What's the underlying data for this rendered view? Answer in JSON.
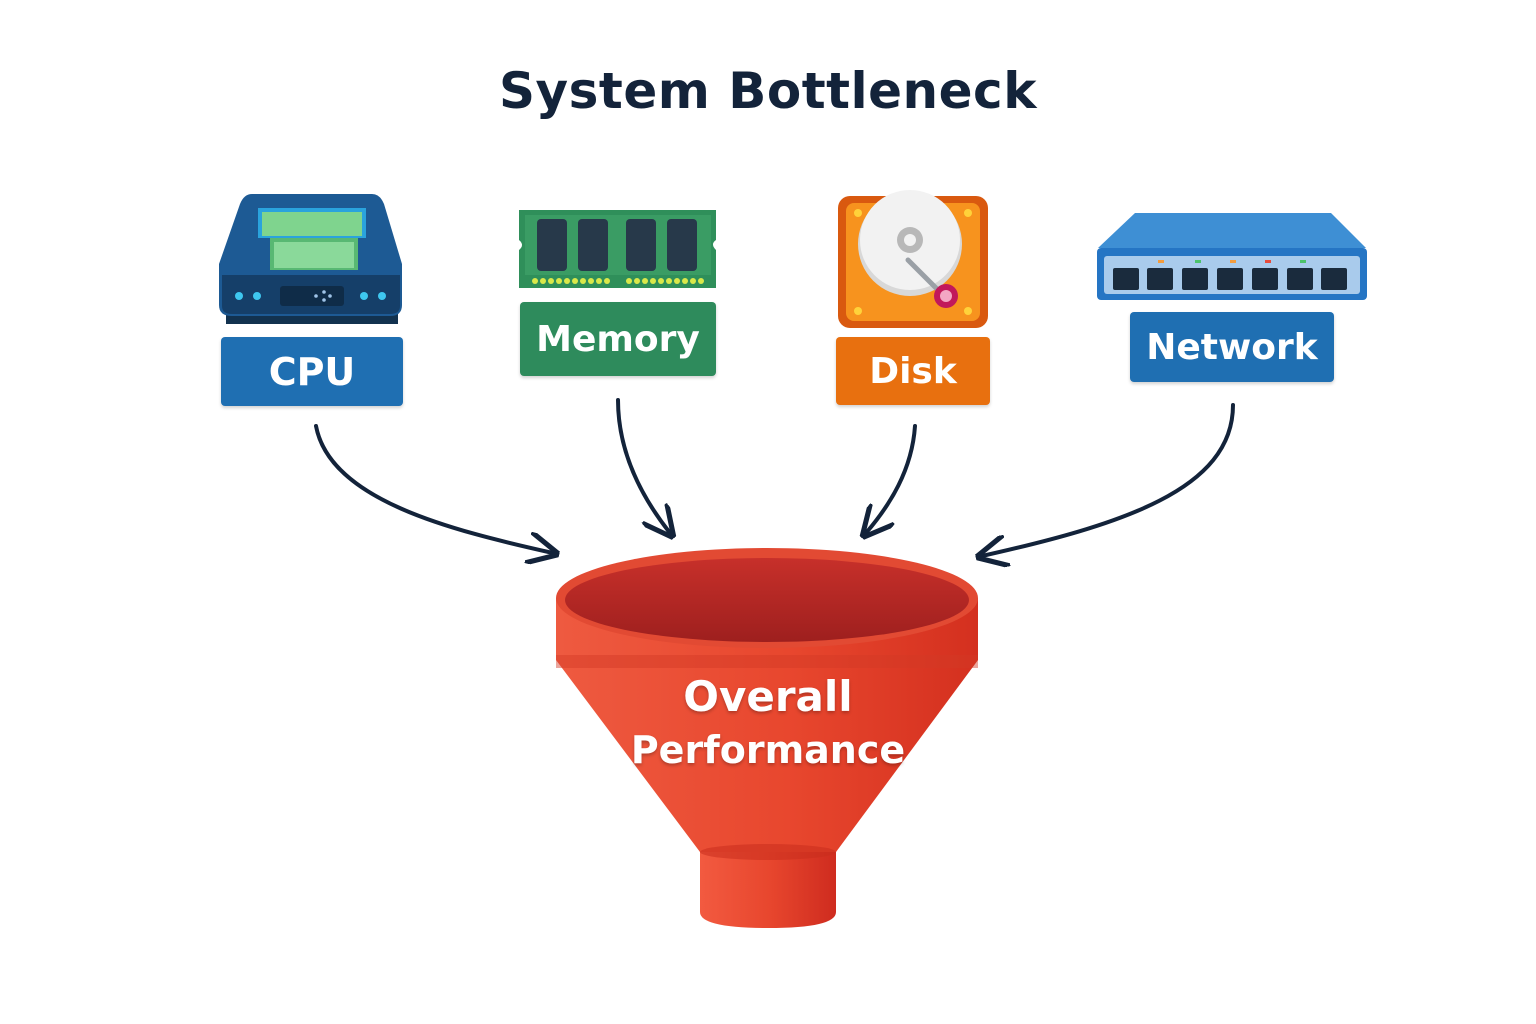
{
  "title": "System Bottleneck",
  "components": [
    {
      "id": "cpu",
      "label": "CPU",
      "color": "#1f6fb2",
      "icon": "cpu-icon"
    },
    {
      "id": "memory",
      "label": "Memory",
      "color": "#2e8b5c",
      "icon": "memory-module-icon"
    },
    {
      "id": "disk",
      "label": "Disk",
      "color": "#e8700f",
      "icon": "hard-disk-icon"
    },
    {
      "id": "network",
      "label": "Network",
      "color": "#1f6fb2",
      "icon": "network-switch-icon"
    }
  ],
  "funnel": {
    "line1": "Overall",
    "line2": "Performance",
    "color": "#e8472e",
    "icon": "funnel-icon"
  }
}
